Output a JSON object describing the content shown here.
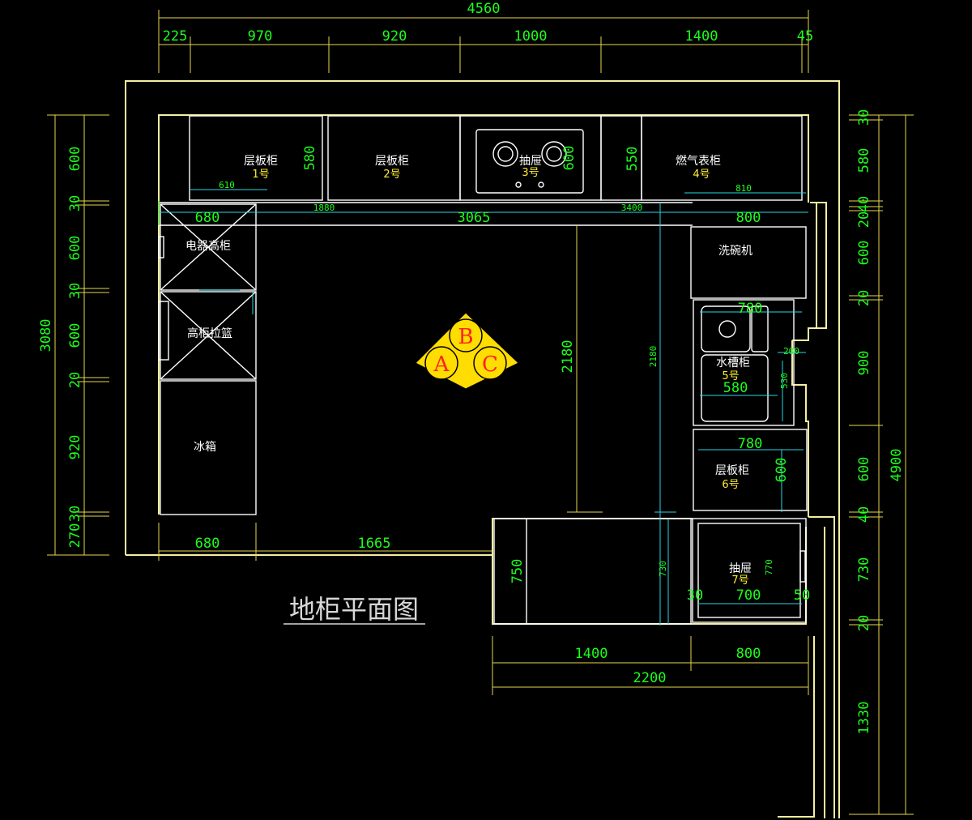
{
  "title": "地柜平面图",
  "dims": {
    "top_total": "4560",
    "top": [
      "225",
      "970",
      "920",
      "1000",
      "1400",
      "45"
    ],
    "left_total": "3080",
    "left": [
      "600",
      "30",
      "600",
      "30",
      "600",
      "20",
      "920",
      "30",
      "270"
    ],
    "right_total": "4900",
    "right": [
      "30",
      "580",
      "40",
      "20",
      "600",
      "20",
      "900",
      "600",
      "40",
      "730",
      "20",
      "1330"
    ],
    "bottom_left": [
      "680",
      "1665"
    ],
    "bottom_right": [
      "1400",
      "800"
    ],
    "bottom_total": "2200",
    "cyan_run": [
      "680",
      "3065",
      "800"
    ],
    "small": [
      "580",
      "600",
      "550",
      "2180",
      "750",
      "780",
      "780",
      "580",
      "600",
      "30",
      "700",
      "50",
      "610",
      "1880",
      "3400",
      "810",
      "2180",
      "730",
      "770",
      "200",
      "530"
    ]
  },
  "labels": {
    "c1_name": "层板柜",
    "c1_no": "1号",
    "c2_name": "层板柜",
    "c2_no": "2号",
    "c3_name": "抽屉",
    "c3_no": "3号",
    "c4_name": "燃气表柜",
    "c4_no": "4号",
    "dishwasher": "洗碗机",
    "c5_name": "水槽柜",
    "c5_no": "5号",
    "c6_name": "层板柜",
    "c6_no": "6号",
    "c7_name": "抽屉",
    "c7_no": "7号",
    "appliance_tall": "电器高柜",
    "tall_basket": "高柜拉篮",
    "fridge": "冰箱"
  },
  "badges": [
    "A",
    "B",
    "C"
  ],
  "colors": {
    "wall": "#f4f0a0",
    "cabinet": "#ffffff",
    "dim_yellow": "#e6d84a",
    "dim_cyan": "#27d6e6",
    "dim_text": "#1cff1c",
    "badge_fill": "#ffdd00",
    "badge_text": "#ff2020"
  }
}
